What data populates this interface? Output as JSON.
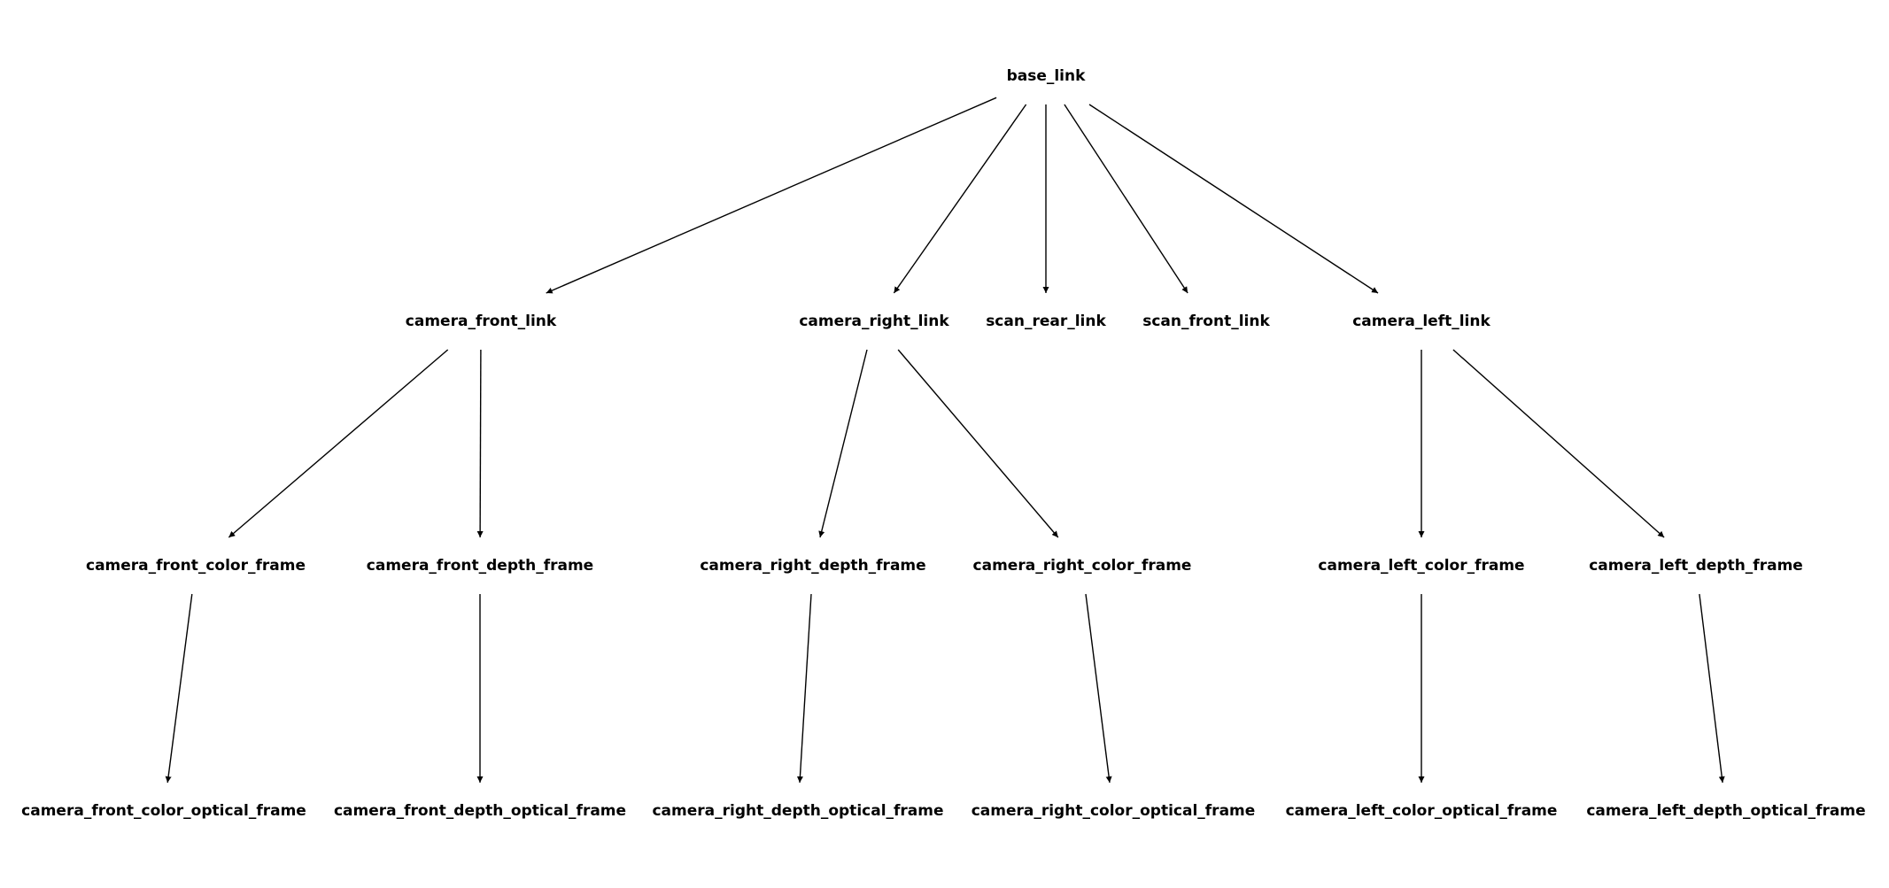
{
  "diagram": {
    "type": "tree",
    "colors": {
      "edge": "#000000",
      "label": "#000000",
      "background": "#ffffff"
    },
    "nodes": [
      {
        "id": "base_link",
        "label": "base_link",
        "level": 0
      },
      {
        "id": "camera_front_link",
        "label": "camera_front_link",
        "level": 1
      },
      {
        "id": "camera_right_link",
        "label": "camera_right_link",
        "level": 1
      },
      {
        "id": "scan_rear_link",
        "label": "scan_rear_link",
        "level": 1
      },
      {
        "id": "scan_front_link",
        "label": "scan_front_link",
        "level": 1
      },
      {
        "id": "camera_left_link",
        "label": "camera_left_link",
        "level": 1
      },
      {
        "id": "camera_front_color_frame",
        "label": "camera_front_color_frame",
        "level": 2
      },
      {
        "id": "camera_front_depth_frame",
        "label": "camera_front_depth_frame",
        "level": 2
      },
      {
        "id": "camera_right_depth_frame",
        "label": "camera_right_depth_frame",
        "level": 2
      },
      {
        "id": "camera_right_color_frame",
        "label": "camera_right_color_frame",
        "level": 2
      },
      {
        "id": "camera_left_color_frame",
        "label": "camera_left_color_frame",
        "level": 2
      },
      {
        "id": "camera_left_depth_frame",
        "label": "camera_left_depth_frame",
        "level": 2
      },
      {
        "id": "camera_front_color_optical_frame",
        "label": "camera_front_color_optical_frame",
        "level": 3
      },
      {
        "id": "camera_front_depth_optical_frame",
        "label": "camera_front_depth_optical_frame",
        "level": 3
      },
      {
        "id": "camera_right_depth_optical_frame",
        "label": "camera_right_depth_optical_frame",
        "level": 3
      },
      {
        "id": "camera_right_color_optical_frame",
        "label": "camera_right_color_optical_frame",
        "level": 3
      },
      {
        "id": "camera_left_color_optical_frame",
        "label": "camera_left_color_optical_frame",
        "level": 3
      },
      {
        "id": "camera_left_depth_optical_frame",
        "label": "camera_left_depth_optical_frame",
        "level": 3
      }
    ],
    "edges": [
      {
        "from": "base_link",
        "to": "camera_front_link"
      },
      {
        "from": "base_link",
        "to": "camera_right_link"
      },
      {
        "from": "base_link",
        "to": "scan_rear_link"
      },
      {
        "from": "base_link",
        "to": "scan_front_link"
      },
      {
        "from": "base_link",
        "to": "camera_left_link"
      },
      {
        "from": "camera_front_link",
        "to": "camera_front_color_frame"
      },
      {
        "from": "camera_front_link",
        "to": "camera_front_depth_frame"
      },
      {
        "from": "camera_right_link",
        "to": "camera_right_depth_frame"
      },
      {
        "from": "camera_right_link",
        "to": "camera_right_color_frame"
      },
      {
        "from": "camera_left_link",
        "to": "camera_left_color_frame"
      },
      {
        "from": "camera_left_link",
        "to": "camera_left_depth_frame"
      },
      {
        "from": "camera_front_color_frame",
        "to": "camera_front_color_optical_frame"
      },
      {
        "from": "camera_front_depth_frame",
        "to": "camera_front_depth_optical_frame"
      },
      {
        "from": "camera_right_depth_frame",
        "to": "camera_right_depth_optical_frame"
      },
      {
        "from": "camera_right_color_frame",
        "to": "camera_right_color_optical_frame"
      },
      {
        "from": "camera_left_color_frame",
        "to": "camera_left_color_optical_frame"
      },
      {
        "from": "camera_left_depth_frame",
        "to": "camera_left_depth_optical_frame"
      }
    ]
  }
}
